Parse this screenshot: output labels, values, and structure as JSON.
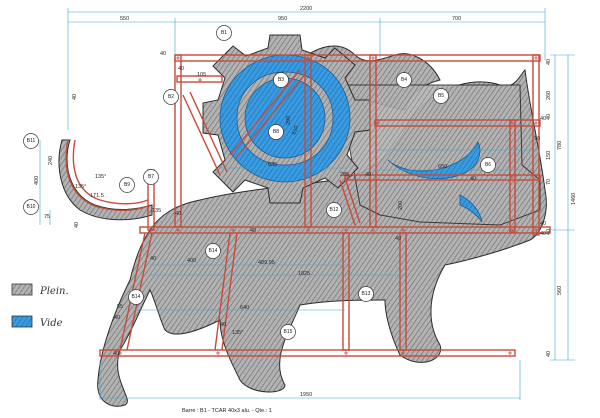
{
  "dimensions_top": {
    "total": "2200",
    "left": "550",
    "middle": "950",
    "right": "700"
  },
  "dimensions_right": {
    "height_total": "1460",
    "upper": "780",
    "lower": "560",
    "d40a": "40",
    "d40b": "40",
    "d40c": "40",
    "d40d": "40",
    "d260": "260",
    "d10": "10",
    "d150": "150",
    "d70": "70",
    "d40e": "40"
  },
  "dimensions_left": {
    "d400": "400",
    "d40": "40",
    "d240": "240",
    "d75": "75",
    "d40b": "40"
  },
  "dimensions_inner": {
    "d105": "105",
    "d510": "510",
    "d635": "635",
    "d285": "285",
    "d40a": "40",
    "d650": "650",
    "d200": "200",
    "d135": "135",
    "d400": "400",
    "d48995": "489.95",
    "d1825": "1825",
    "d640": "640",
    "d55": "55",
    "d40b": "40",
    "d40c": "40",
    "d40d": "40",
    "d1950": "1950",
    "d290": "290",
    "a135a": "135°",
    "a135b": "135°",
    "a135c": "135°",
    "d171": "171.5",
    "d40e": "40",
    "d40f": "40",
    "d40g": "40",
    "d40h": "40",
    "d40i": "40",
    "d40j": "40",
    "d40k": "40",
    "d40l": "40",
    "d40m": "40"
  },
  "bar_labels": {
    "b1": "B1",
    "b2": "B2",
    "b3": "B3",
    "b4": "B4",
    "b5": "B5",
    "b6": "B6",
    "b7": "B7",
    "b8": "B8",
    "b9": "B9",
    "b10": "B10",
    "b11": "B11",
    "b12": "B12",
    "b13": "B13",
    "b14a": "B14",
    "b14b": "B14",
    "b15": "B15"
  },
  "legend": {
    "plein": "Plein.",
    "vide": "Vide",
    "plein_color": "#4a4a4a",
    "vide_color": "#2a8fd6"
  },
  "caption": "Barre : B1 - TCAR 40x3 alu. - Qte.: 1",
  "colors": {
    "frame": "#c84a3a",
    "dimension": "#3aa7c8",
    "fill_solid": "#8c8c8c",
    "fill_void": "#2a8fd6",
    "outline": "#2c2c2c"
  }
}
